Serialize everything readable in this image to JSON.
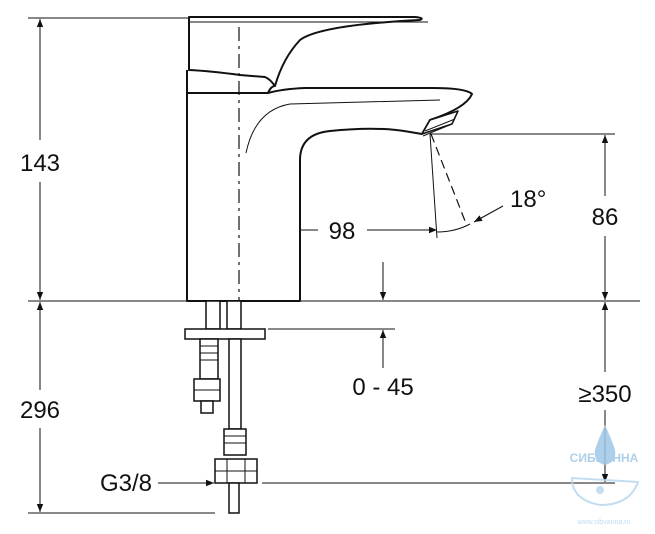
{
  "drawing": {
    "dims": {
      "overall_height": "143",
      "spout_reach": "98",
      "spout_height": "86",
      "spray_angle": "18°",
      "deck_thickness": "0 - 45",
      "below_deck": "296",
      "min_clearance": "≥350",
      "connection": "G3/8"
    },
    "watermark": {
      "brand": "СИБВАННА",
      "url": "www.sibvanna.ru",
      "color": "#9fc7e6"
    }
  }
}
